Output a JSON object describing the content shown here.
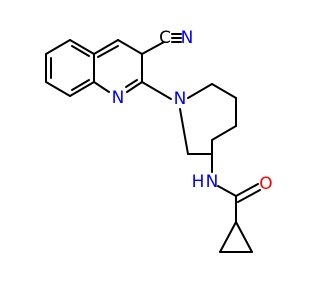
{
  "colors": {
    "carbon": "#000000",
    "nitrogen": "#0000ff",
    "oxygen": "#ff0000",
    "background": "#ffffff"
  },
  "atoms": {
    "nitrile_c": "C",
    "nitrile_n": "N",
    "quinoline_n": "N",
    "piperidine_n": "N",
    "amide_nh": "N",
    "amide_h": "H",
    "carbonyl_o": "O"
  }
}
